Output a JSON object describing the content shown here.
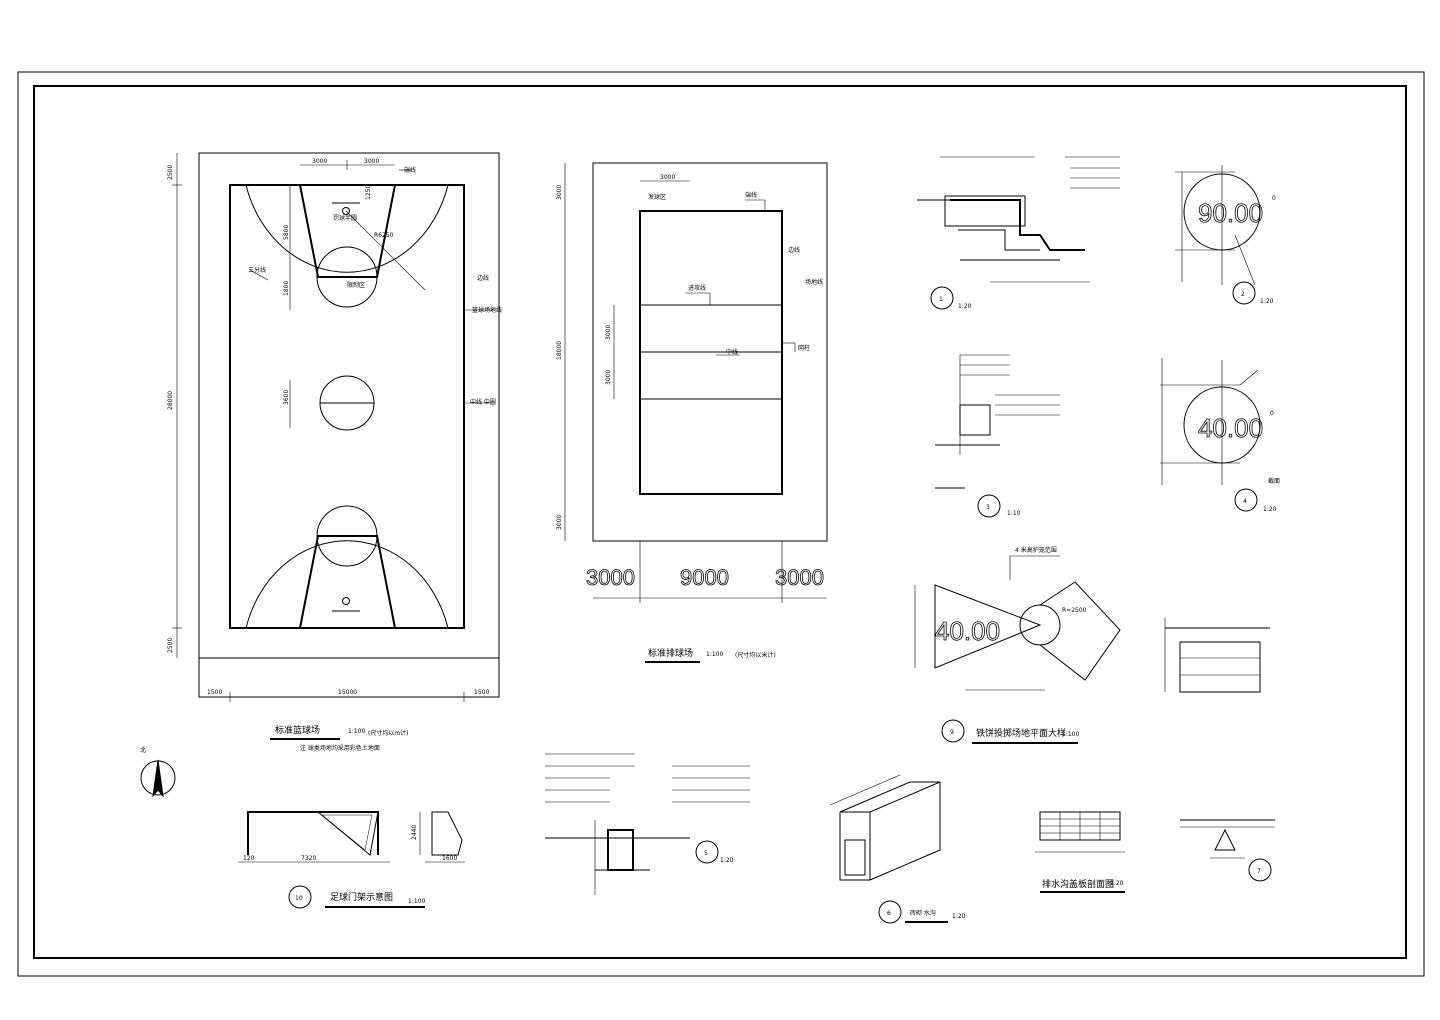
{
  "basketball": {
    "title": "标准篮球场",
    "scale": "1:100",
    "note_tail": "(尺寸均以m计)",
    "note": "注  球类场地均采用彩色土地面",
    "dims": {
      "top1": "3000",
      "top2": "3000",
      "len": "28000",
      "width": "15000",
      "margin_l": "1500",
      "margin_r": "1500",
      "end_top": "2500",
      "end_bot": "2500",
      "key_depth": "5800",
      "ft_r": "1800",
      "cc_r": "3600",
      "r": "R6250",
      "r2": "1250"
    },
    "labels": {
      "l1": "端线",
      "l2": "罚球半圆",
      "l3": "三分线",
      "l4": "限制区",
      "l5": "边线",
      "l6": "篮球场地线",
      "l7": "中线 中圈"
    }
  },
  "volleyball": {
    "title": "标准排球场",
    "scale": "1:100",
    "note": "(尺寸均以米计)",
    "dims": {
      "top": "3000",
      "left_total": "18000",
      "a": "3000",
      "b": "3000",
      "c": "3000",
      "d": "3000",
      "bottom_l": "3000",
      "bottom_m": "9000",
      "bottom_r": "3000"
    },
    "labels": {
      "l1": "端线",
      "l2": "发球区",
      "l3": "边线",
      "l4": "进攻线",
      "l5": "中线",
      "l6": "网柱",
      "l7": "场地线"
    }
  },
  "details": {
    "d1": {
      "num": "1",
      "scale": "1:20"
    },
    "d2": {
      "num": "2",
      "scale": "1:20",
      "big": "90.00",
      "deg": "0"
    },
    "d3": {
      "num": "3",
      "scale": "1:10"
    },
    "d4": {
      "num": "4",
      "scale": "1:20",
      "big": "40.00",
      "deg": "0",
      "side": "截面"
    },
    "d5": {
      "num": "5",
      "scale": "1:20"
    },
    "d6": {
      "num": "6",
      "scale": "1:20",
      "label": "砖砌 水沟"
    },
    "d7": {
      "num": "7"
    },
    "d9": {
      "num": "9",
      "title": "铁饼投掷场地平面大样",
      "scale": "1:100",
      "big": "40.00",
      "top": "4 米高护笼范围",
      "r": "R=2500"
    },
    "d10": {
      "num": "10",
      "title": "足球门架示意图",
      "scale": "1:100",
      "dims": [
        "7320",
        "120",
        "1600",
        "2440"
      ]
    },
    "drain": {
      "title": "排水沟盖板剖面图",
      "scale": "1:20"
    }
  },
  "north": {
    "label": "北"
  }
}
